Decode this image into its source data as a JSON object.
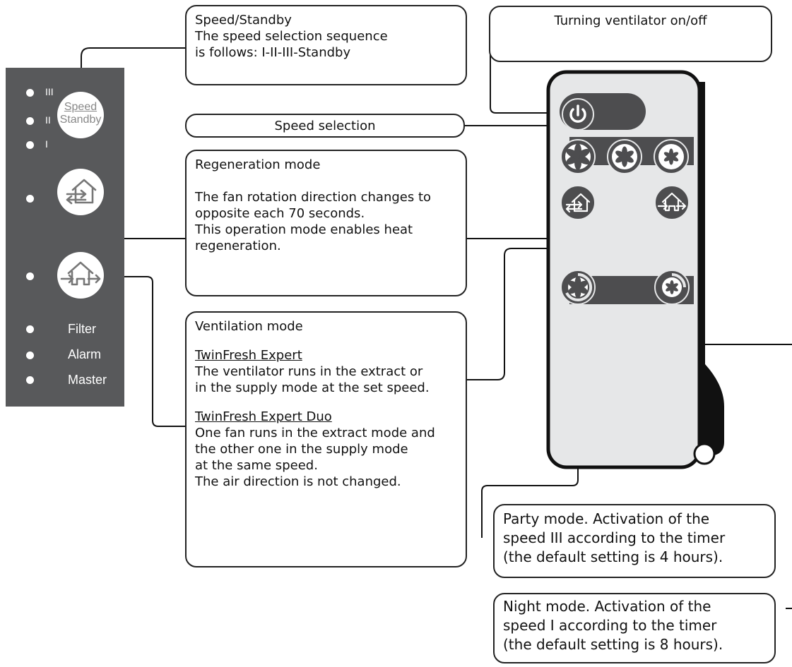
{
  "panel": {
    "speed_levels": [
      "III",
      "II",
      "I"
    ],
    "speed_button_top": "Speed",
    "speed_button_bottom": "Standby",
    "indicators": [
      "Filter",
      "Alarm",
      "Master"
    ],
    "regeneration_icon": "house-arrows-both-icon",
    "ventilation_icon": "house-arrow-through-icon"
  },
  "callouts": {
    "speed_standby": {
      "title": "Speed/Standby",
      "line1": "The speed selection sequence",
      "line2": "is follows: I-II-III-Standby"
    },
    "turning_on_off": {
      "title": "Turning ventilator on/off"
    },
    "speed_selection": {
      "title": "Speed selection"
    },
    "regeneration": {
      "title": "Regeneration mode",
      "line1": "The fan rotation direction changes to",
      "line2": "opposite each 70 seconds.",
      "line3": "This operation mode enables heat",
      "line4": "regeneration."
    },
    "ventilation": {
      "title": "Ventilation mode",
      "sub1_title": "TwinFresh Expert",
      "sub1_line1": "The ventilator runs in the extract or",
      "sub1_line2": "in the supply mode at the set speed.",
      "sub2_title": "TwinFresh Expert Duo",
      "sub2_line1": "One fan runs in the extract mode and",
      "sub2_line2": "the other one in the supply mode",
      "sub2_line3": "at the same speed.",
      "sub2_line4": "The air direction is not changed."
    },
    "party": {
      "line1": "Party mode. Activation of the",
      "line2": "speed III according to the timer",
      "line3": "(the default setting is 4 hours)."
    },
    "night": {
      "line1": "Night mode. Activation of the",
      "line2": "speed I according to the timer",
      "line3": "(the default setting is 8 hours)."
    }
  },
  "remote": {
    "buttons": [
      "power-icon",
      "fan-speed-1-icon",
      "fan-speed-2-icon",
      "fan-speed-3-icon",
      "regeneration-mode-icon",
      "ventilation-mode-icon",
      "party-mode-icon",
      "night-mode-icon"
    ]
  },
  "colors": {
    "panel": "#58595b",
    "remote_body": "#e6e7e8",
    "remote_outline": "#111111",
    "button": "#4d4d4f"
  }
}
